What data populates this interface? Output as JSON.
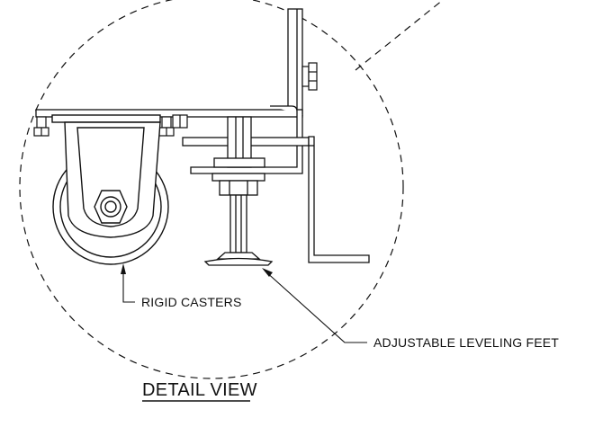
{
  "labels": {
    "rigid_casters": "RIGID CASTERS",
    "leveling_feet": "ADJUSTABLE LEVELING FEET",
    "detail_view": "DETAIL VIEW"
  }
}
